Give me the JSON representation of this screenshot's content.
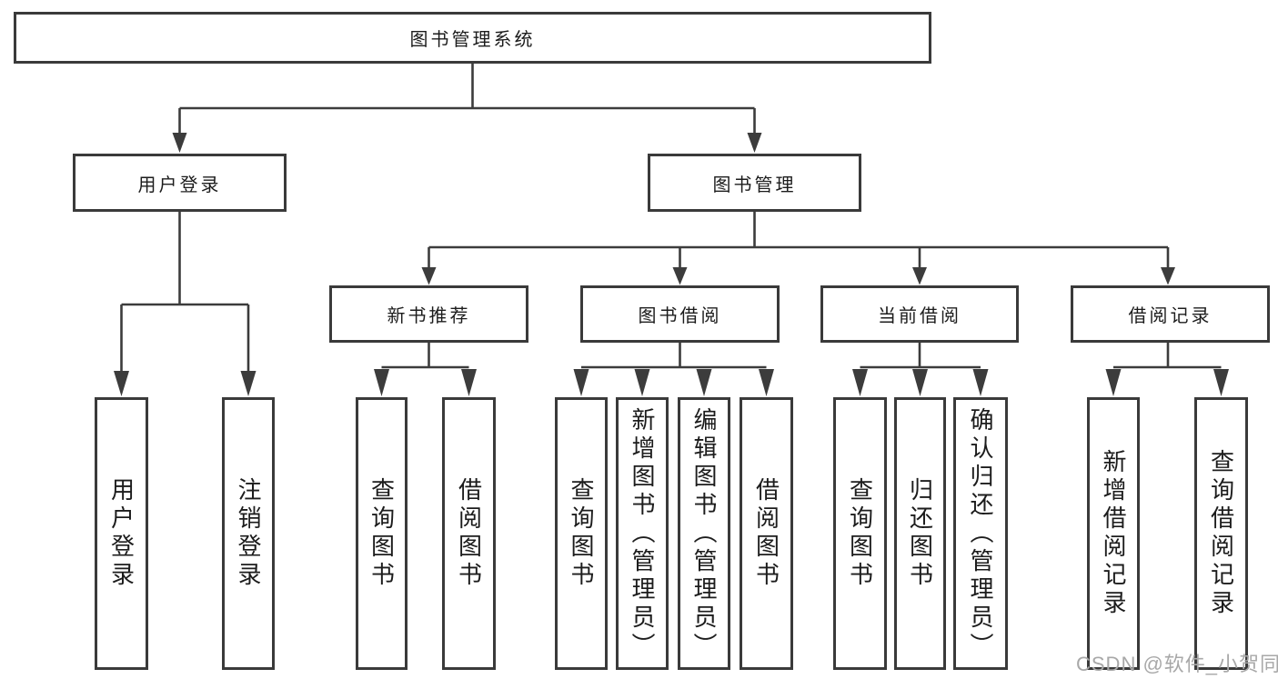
{
  "tree": {
    "root": {
      "label": "图书管理系统"
    },
    "branches": [
      {
        "label": "用户登录",
        "children": [
          {
            "label": "用户登录"
          },
          {
            "label": "注销登录"
          }
        ]
      },
      {
        "label": "图书管理",
        "children": [
          {
            "label": "新书推荐",
            "children": [
              {
                "label": "查询图书"
              },
              {
                "label": "借阅图书"
              }
            ]
          },
          {
            "label": "图书借阅",
            "children": [
              {
                "label": "查询图书"
              },
              {
                "label": "新增图书（管理员）"
              },
              {
                "label": "编辑图书（管理员）"
              },
              {
                "label": "借阅图书"
              }
            ]
          },
          {
            "label": "当前借阅",
            "children": [
              {
                "label": "查询图书"
              },
              {
                "label": "归还图书"
              },
              {
                "label": "确认归还（管理员）"
              }
            ]
          },
          {
            "label": "借阅记录",
            "children": [
              {
                "label": "新增借阅记录"
              },
              {
                "label": "查询借阅记录"
              }
            ]
          }
        ]
      }
    ]
  },
  "watermark": "CSDN @软件_小贺同学",
  "colors": {
    "line": "#3c3c3c",
    "box_border": "#3a3a3a",
    "text": "#1c1c1c",
    "watermark": "#a8a8a8",
    "background": "#ffffff"
  }
}
